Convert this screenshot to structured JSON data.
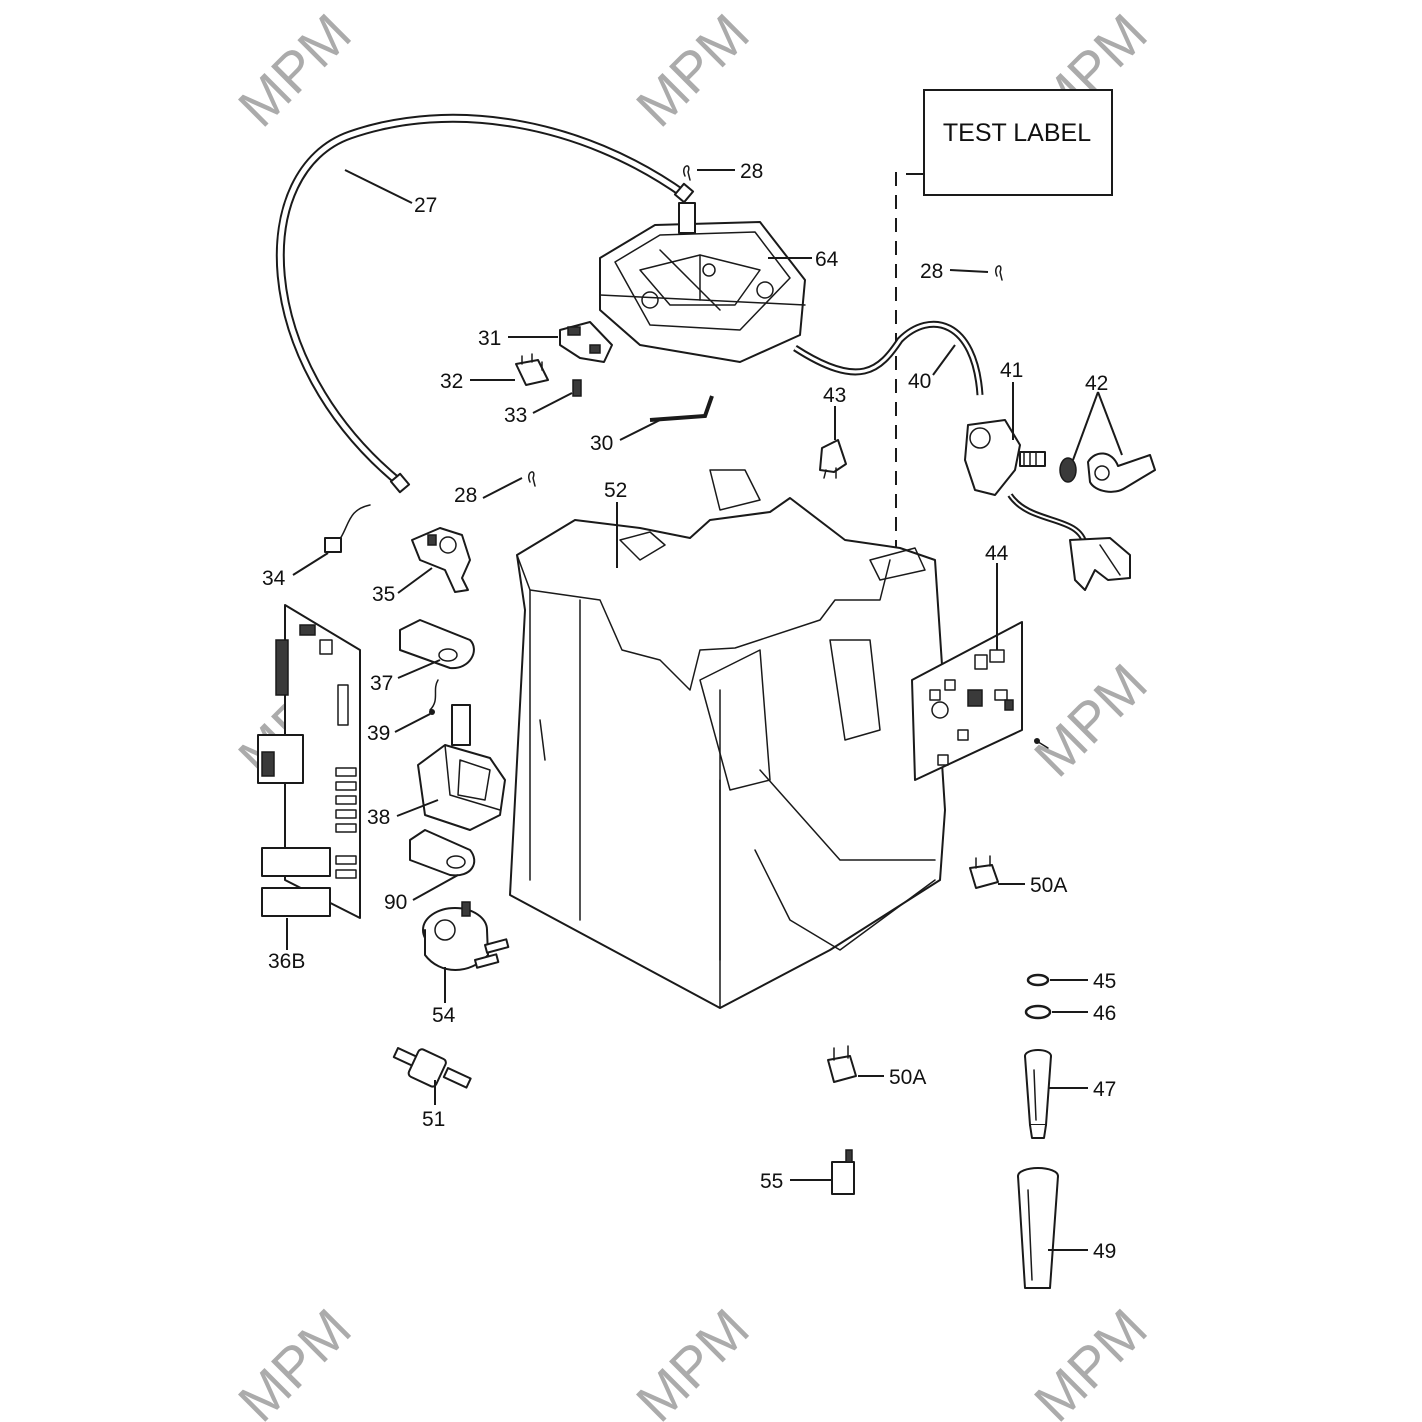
{
  "test_label": "TEST LABEL",
  "watermark": "MPM",
  "callouts": {
    "c27": "27",
    "c28a": "28",
    "c28b": "28",
    "c28c": "28",
    "c64": "64",
    "c31": "31",
    "c32": "32",
    "c33": "33",
    "c30": "30",
    "c43": "43",
    "c40": "40",
    "c41": "41",
    "c42": "42",
    "c52": "52",
    "c34": "34",
    "c35": "35",
    "c44": "44",
    "c37": "37",
    "c39": "39",
    "c38": "38",
    "c90": "90",
    "c36b": "36B",
    "c54": "54",
    "c50a1": "50A",
    "c50a2": "50A",
    "c45": "45",
    "c46": "46",
    "c47": "47",
    "c51": "51",
    "c55": "55",
    "c49": "49"
  }
}
